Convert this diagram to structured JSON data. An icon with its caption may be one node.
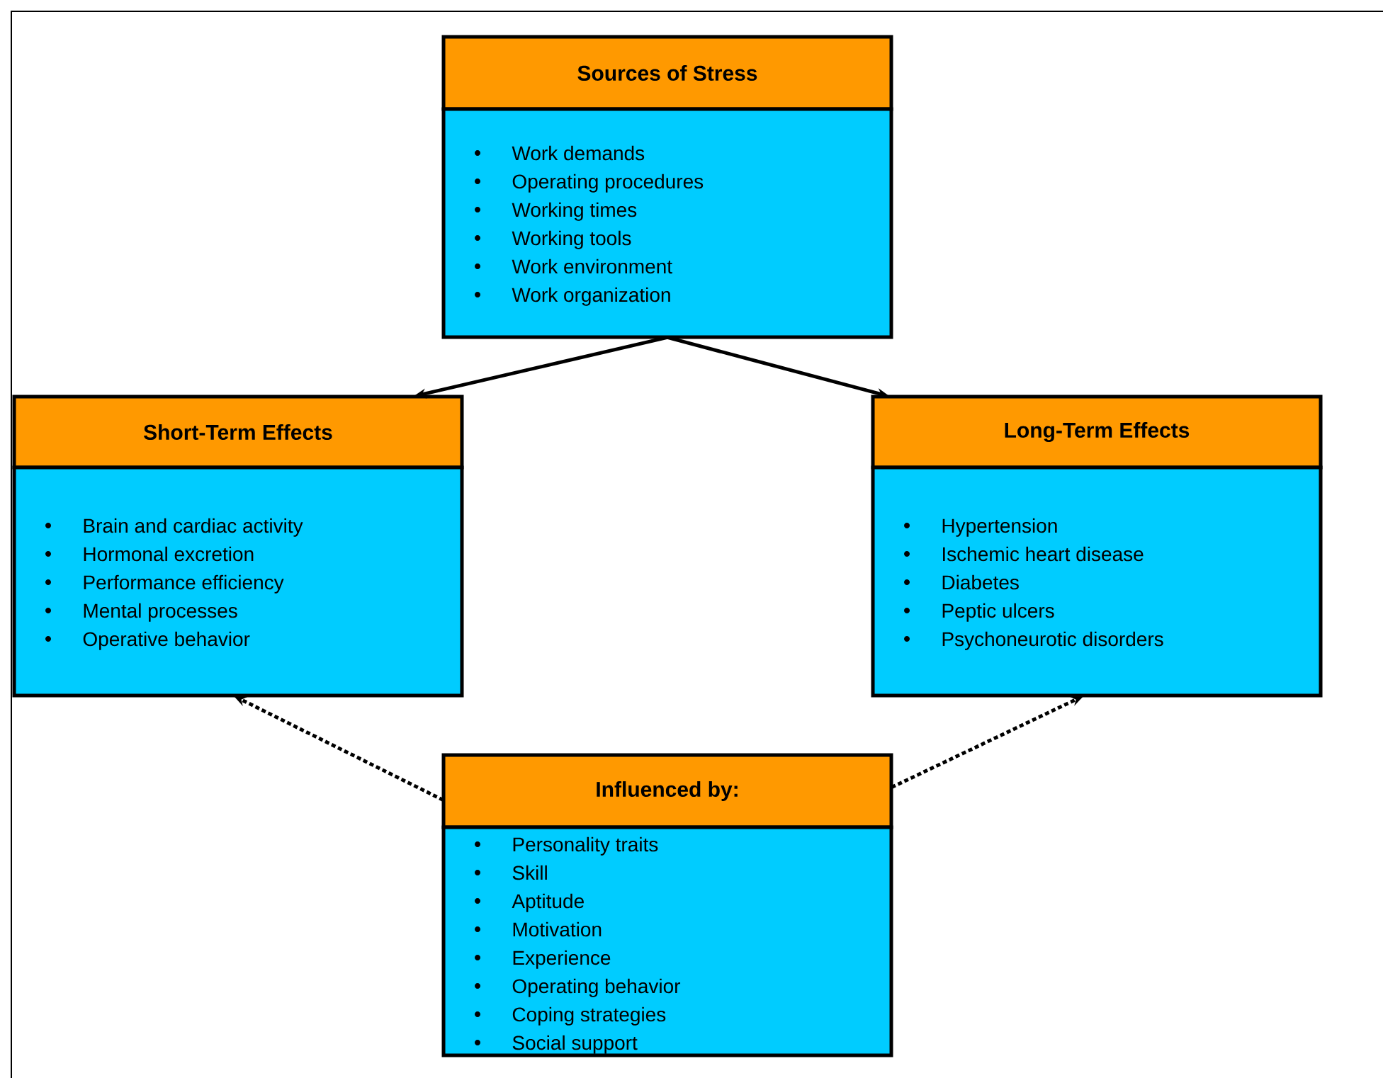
{
  "diagram": {
    "nodes": [
      {
        "text": [
          "Sources of Stress",
          "Work demands",
          "Operating procedures",
          "Working times",
          "Working tools",
          "Work environment",
          "Work organization"
        ]
      },
      {
        "text": [
          "Short-Term Effects",
          "Brain and cardiac activity",
          "Hormonal excretion",
          "Performance efficiency",
          "Mental processes",
          "Operative behavior"
        ]
      },
      {
        "text": [
          "Long-Term Effects",
          "Hypertension",
          "Ischemic heart disease",
          "Diabetes",
          "Peptic ulcers",
          "Psychoneurotic disorders"
        ]
      },
      {
        "text": [
          "Influenced by:",
          "Personality traits",
          "Skill",
          "Aptitude",
          "Motivation",
          "Experience",
          "Operating behavior",
          "Coping strategies",
          "Social support"
        ]
      }
    ],
    "edges": [
      {
        "from": 0,
        "to": 1,
        "arrow": "to"
      },
      {
        "from": 0,
        "to": 2,
        "arrow": "to"
      },
      {
        "from": 3,
        "to": 1,
        "arrow": "to",
        "style": "dashed"
      },
      {
        "from": 3,
        "to": 2,
        "arrow": "to",
        "style": "dashed"
      }
    ]
  }
}
